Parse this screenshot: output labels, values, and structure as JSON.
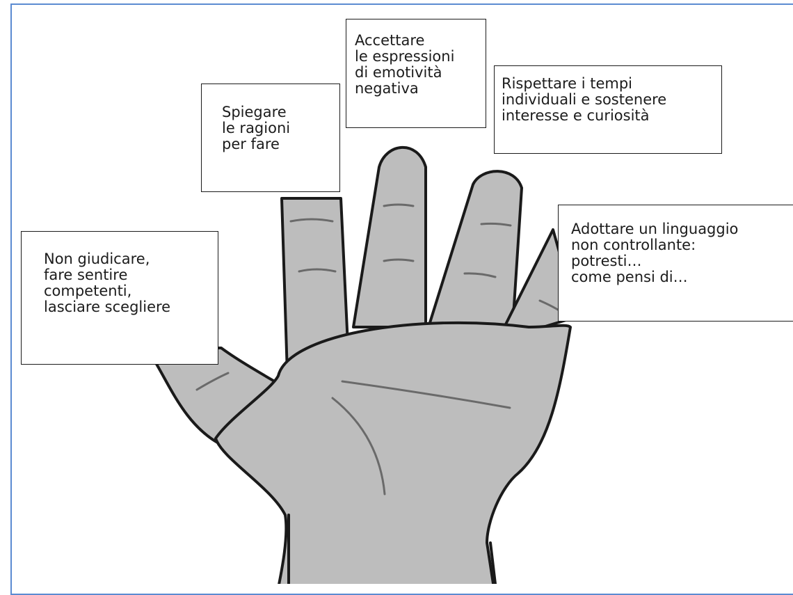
{
  "boxes": {
    "left": {
      "lines": [
        "Non giudicare,",
        "fare sentire",
        "competenti,",
        "lasciare scegliere"
      ]
    },
    "spiegare": {
      "lines": [
        "Spiegare",
        "le ragioni",
        "per fare"
      ]
    },
    "accettare": {
      "lines": [
        "Accettare",
        "le espressioni",
        "di emotività",
        "negativa"
      ]
    },
    "rispettare": {
      "lines": [
        "Rispettare i tempi",
        "individuali e sostenere",
        "interesse e curiosità"
      ]
    },
    "adottare": {
      "lines": [
        "Adottare un linguaggio",
        "non controllante:",
        "potresti…",
        "come pensi di…"
      ]
    }
  },
  "colors": {
    "hand_fill": "#bdbdbd",
    "hand_stroke": "#1a1a1a",
    "frame": "#5b8bd1"
  }
}
